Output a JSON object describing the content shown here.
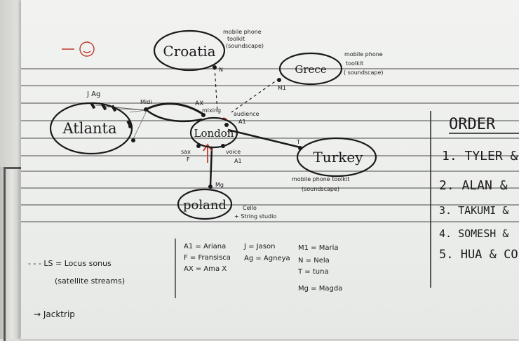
{
  "nodes": {
    "croatia": "Croatia",
    "grece": "Grece",
    "atlanta": "Atlanta",
    "london": "London",
    "turkey": "Turkey",
    "poland": "poland"
  },
  "annotations": {
    "croatia_note_1": "mobile phone",
    "croatia_note_2": "toolkit",
    "croatia_note_3": "(soundscape)",
    "grece_note_1": "mobile phone",
    "grece_note_2": "toolkit",
    "grece_note_3": "( soundscape)",
    "turkey_note_1": "mobile phone toolkit",
    "turkey_note_2": "(soundscape)",
    "poland_note_1": "Cello",
    "poland_note_2": "+ String studio",
    "j_ag": "J   Ag",
    "midi": "Midi",
    "ax": "AX",
    "mixing": "mixing",
    "audience": "audience",
    "a1_audience": "A1",
    "sax": "sax",
    "f": "F",
    "voice": "voice",
    "a1_voice": "A1",
    "t": "T",
    "n": "N",
    "m1": "M1",
    "mg": "Mg"
  },
  "legend": {
    "col1": [
      "A1 = Ariana",
      "F = Fransisca",
      "AX = Ama X"
    ],
    "col2": [
      "J = Jason",
      "Ag = Agneya"
    ],
    "col3": [
      "M1 = Maria",
      "N = Nela",
      "T = tuna",
      "Mg = Magda"
    ]
  },
  "left_notes": {
    "ls_line": "- - - LS = Locus sonus",
    "ls_sub": "(satellite streams)",
    "jacktrip": "→ Jacktrip"
  },
  "order": {
    "title": "ORDER",
    "items": [
      "1. TYLER &",
      "2. ALAN &",
      "3. TAKUMI &",
      "4. SOMESH &",
      "5. HUA & CO"
    ]
  },
  "colors": {
    "marker_black": "#1a1a1a",
    "marker_red": "#c0392b",
    "staff_line": "#6d6d6d"
  }
}
